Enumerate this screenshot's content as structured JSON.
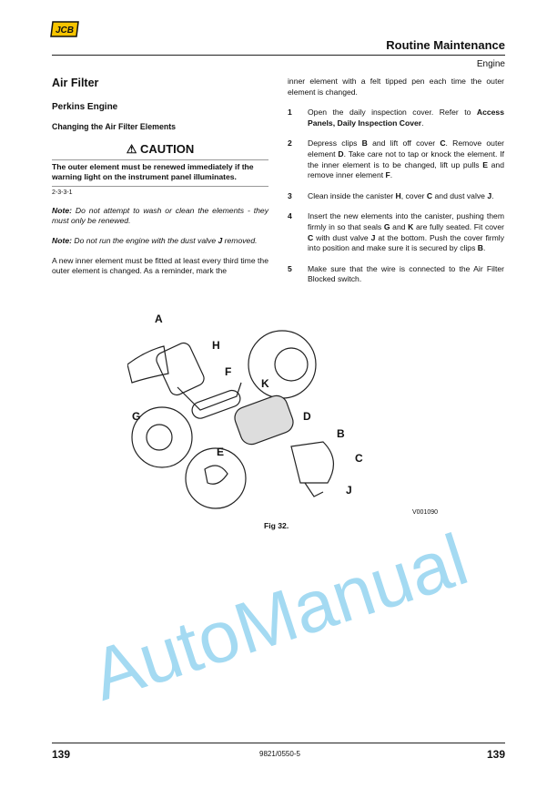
{
  "header": {
    "logo": "JCB",
    "title": "Routine Maintenance",
    "subtitle": "Engine"
  },
  "left": {
    "title": "Air Filter",
    "subtitle": "Perkins Engine",
    "section": "Changing the Air Filter Elements",
    "caution_label": "CAUTION",
    "caution_text": "The outer element must be renewed immediately if the warning light on the instrument panel illuminates.",
    "caution_code": "2-3-3-1",
    "note1_label": "Note:",
    "note1_text": " Do not attempt to wash or clean the elements - they must only be renewed.",
    "note2_label": "Note:",
    "note2_text_a": " Do not run the engine with the dust valve ",
    "note2_bold": "J",
    "note2_text_b": " removed.",
    "para": "A new inner element must be fitted at least every third time the outer element is changed. As a reminder, mark the"
  },
  "right": {
    "para": "inner element with a felt tipped pen each time the outer element is changed.",
    "steps": [
      {
        "n": "1",
        "parts": [
          "Open the daily inspection cover. Refer to ",
          "Access Panels, Daily Inspection Cover",
          "."
        ]
      },
      {
        "n": "2",
        "parts": [
          "Depress clips ",
          "B",
          " and lift off cover ",
          "C",
          ". Remove outer element ",
          "D",
          ". Take care not to tap or knock the element. If the inner element is to be changed, lift up pulls ",
          "E",
          " and remove inner element ",
          "F",
          "."
        ]
      },
      {
        "n": "3",
        "parts": [
          "Clean inside the canister ",
          "H",
          ", cover ",
          "C",
          " and dust valve ",
          "J",
          "."
        ]
      },
      {
        "n": "4",
        "parts": [
          "Insert the new elements into the canister, pushing them firmly in so that seals ",
          "G",
          " and ",
          "K",
          " are fully seated. Fit cover ",
          "C",
          " with dust valve ",
          "J",
          " at the bottom. Push the cover firmly into position and make sure it is secured by clips ",
          "B",
          "."
        ]
      },
      {
        "n": "5",
        "parts": [
          "Make sure that the wire is connected to the Air Filter Blocked switch."
        ]
      }
    ]
  },
  "figure": {
    "labels": {
      "A": "A",
      "H": "H",
      "F": "F",
      "K": "K",
      "G": "G",
      "D": "D",
      "B": "B",
      "E": "E",
      "C": "C",
      "J": "J"
    },
    "code": "V001090",
    "caption": "Fig 32."
  },
  "watermark": "AutoManual",
  "footer": {
    "page_left": "139",
    "doc": "9821/0550-5",
    "page_right": "139"
  }
}
